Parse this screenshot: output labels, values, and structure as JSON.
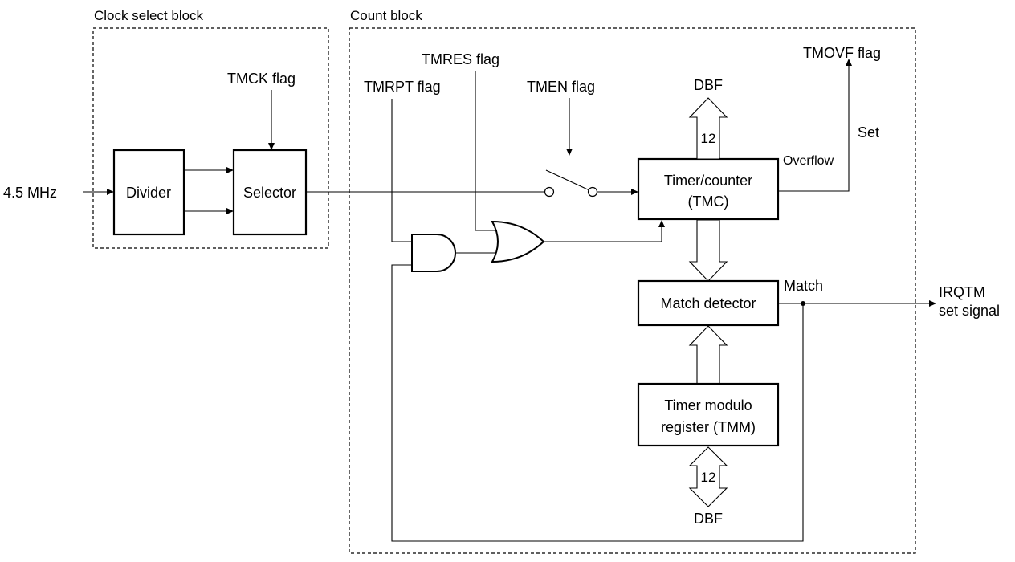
{
  "blocks": {
    "clock_select": "Clock select block",
    "count": "Count block"
  },
  "inputs": {
    "clock": "4.5 MHz"
  },
  "components": {
    "divider": "Divider",
    "selector": "Selector",
    "timer_counter": [
      "Timer/counter",
      "(TMC)"
    ],
    "match_detector": "Match detector",
    "timer_modulo": [
      "Timer modulo",
      "register (TMM)"
    ]
  },
  "flags": {
    "tmck": "TMCK flag",
    "tmrpt": "TMRPT flag",
    "tmres": "TMRES flag",
    "tmen": "TMEN flag",
    "tmovf": "TMOVF flag"
  },
  "labels": {
    "dbf_top": "DBF",
    "bus_width_top": "12",
    "bus_width_bottom": "12",
    "dbf_bottom": "DBF",
    "overflow": "Overflow",
    "set": "Set",
    "match": "Match",
    "output": [
      "IRQTM",
      "set signal"
    ]
  }
}
